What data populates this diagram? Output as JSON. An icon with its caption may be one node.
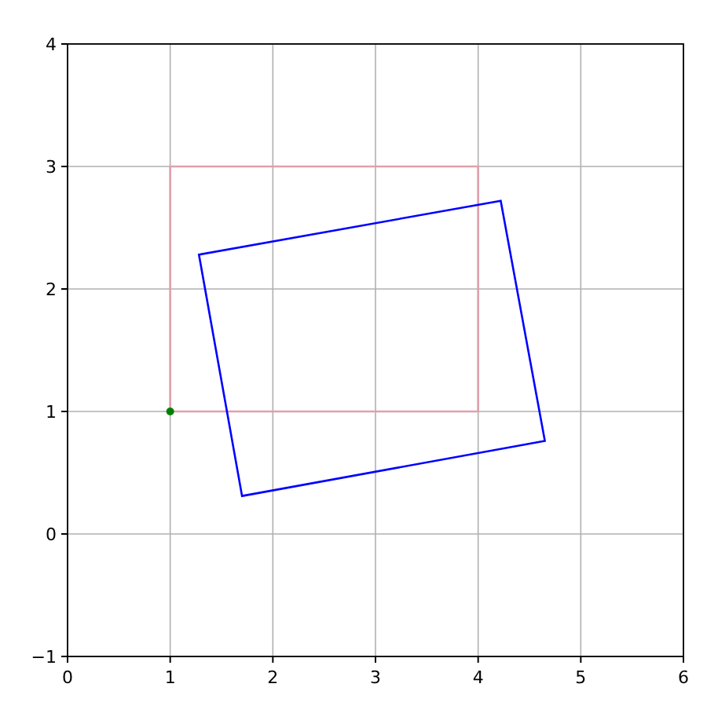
{
  "diagram": {
    "nodes": [
      {
        "text": [],
        "shape": "box"
      },
      {
        "text": [],
        "shape": "box"
      }
    ],
    "chart_data": {
      "type": "scatter",
      "grid": true,
      "xlim": [
        0,
        6
      ],
      "ylim": [
        -1,
        4
      ],
      "xticks": [
        0,
        1,
        2,
        3,
        4,
        5,
        6
      ],
      "yticks": [
        -1,
        0,
        1,
        2,
        3,
        4
      ],
      "series": [
        {
          "color": "#008000",
          "x": [
            1
          ],
          "values": [
            1
          ]
        }
      ]
    }
  }
}
